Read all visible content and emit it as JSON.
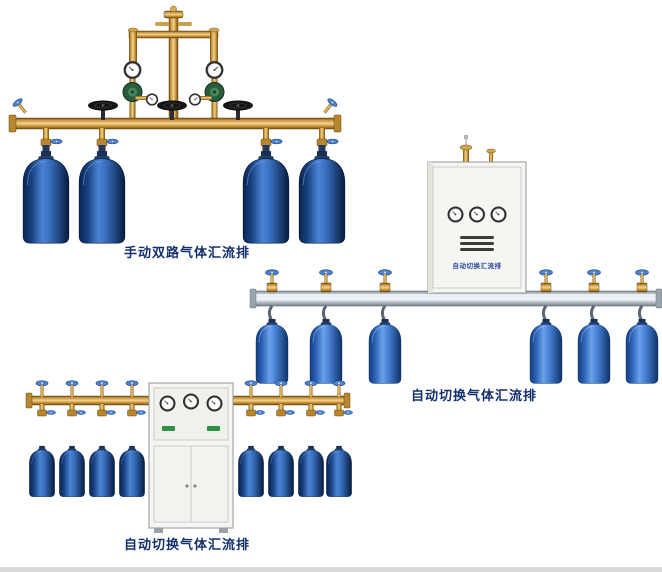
{
  "page": {
    "background": "#ffffff",
    "bottom_strip_color": "#dadada"
  },
  "products": [
    {
      "caption": "手动双路气体汇流排"
    },
    {
      "caption": "自动切换气体汇流排",
      "cabinet_label": "自动切换汇流排"
    },
    {
      "caption": "自动切换气体汇流排"
    }
  ],
  "colors": {
    "caption_text": "#14316e",
    "cylinder_dark_blue": "#16397c",
    "cylinder_bright_blue": "#2f6cc4",
    "brass_pipe": "#c79440",
    "silver_manifold": "#cdd5dc",
    "cabinet_body": "#f5f5f1",
    "valve_handle_blue": "#4d82cc"
  }
}
